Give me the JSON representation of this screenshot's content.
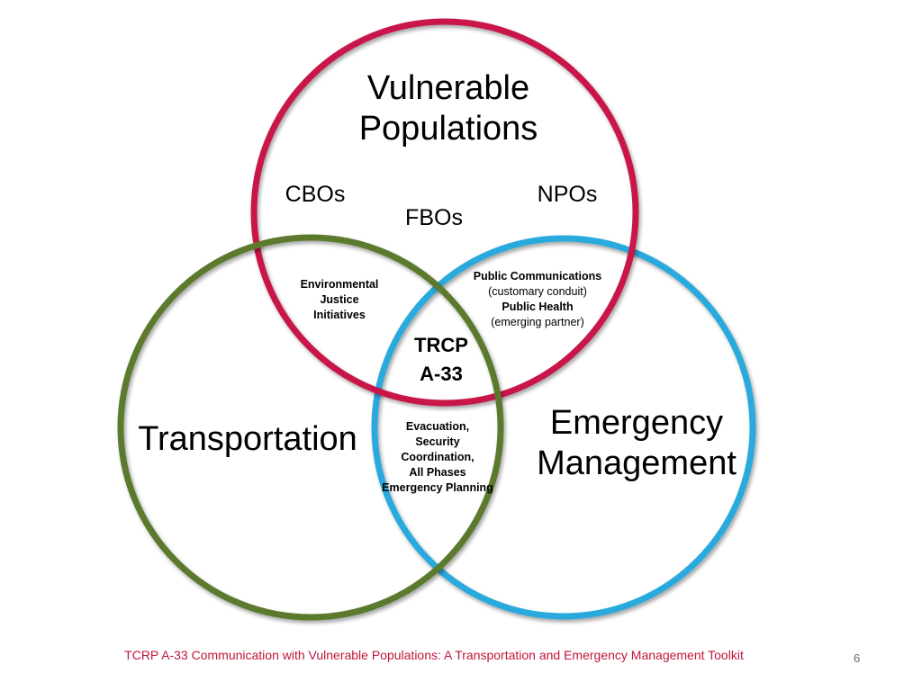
{
  "colors": {
    "vulnerable": "#c8174a",
    "transportation": "#5b7a2e",
    "emergency": "#2aaadc",
    "footer": "#c0143c"
  },
  "circles": {
    "vulnerable": {
      "label_line1": "Vulnerable",
      "label_line2": "Populations"
    },
    "transportation": {
      "label": "Transportation"
    },
    "emergency": {
      "label_line1": "Emergency",
      "label_line2": "Management"
    }
  },
  "vulnerable_items": {
    "cbos": "CBOs",
    "fbos": "FBOs",
    "npos": "NPOs"
  },
  "overlaps": {
    "vulnerable_transportation": {
      "line1": "Environmental",
      "line2": "Justice",
      "line3": "Initiatives"
    },
    "vulnerable_emergency": {
      "line1": "Public Communications",
      "line2": "(customary conduit)",
      "line3": "Public Health",
      "line4": "(emerging partner)"
    },
    "transportation_emergency": {
      "line1": "Evacuation,",
      "line2": "Security",
      "line3": "Coordination,",
      "line4": "All Phases",
      "line5": "Emergency Planning"
    },
    "center": {
      "line1": "TRCP",
      "line2": "A-33"
    }
  },
  "footer": {
    "text": "TCRP A-33 Communication with Vulnerable Populations: A Transportation and Emergency Management Toolkit",
    "page_number": "6"
  }
}
